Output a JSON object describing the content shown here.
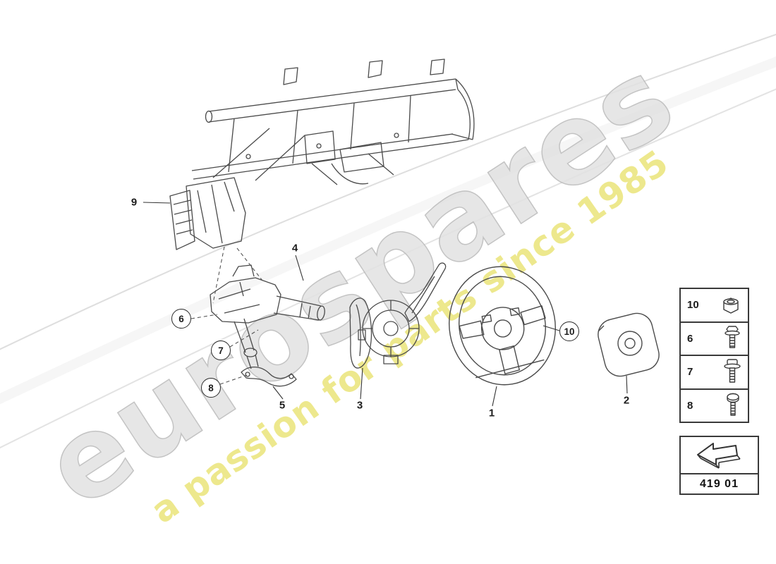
{
  "watermark": {
    "brand": "eurospares",
    "tagline": "a passion for parts since 1985"
  },
  "colors": {
    "watermark_gray": "#e2e2e2",
    "watermark_yellow": "#ece681",
    "diagram_line": "#4a4a4a"
  },
  "callouts": [
    {
      "label": "9"
    },
    {
      "label": "4"
    },
    {
      "label": "6"
    },
    {
      "label": "7"
    },
    {
      "label": "8"
    },
    {
      "label": "5"
    },
    {
      "label": "3"
    },
    {
      "label": "1"
    },
    {
      "label": "10"
    },
    {
      "label": "2"
    }
  ],
  "legend": {
    "rows": [
      {
        "label": "10",
        "icon": "dome-nut-icon"
      },
      {
        "label": "6",
        "icon": "flange-bolt-icon"
      },
      {
        "label": "7",
        "icon": "screw-with-washer-icon"
      },
      {
        "label": "8",
        "icon": "pan-head-screw-icon"
      }
    ]
  },
  "nav": {
    "part_code": "419 01",
    "arrow_icon": "back-arrow"
  }
}
